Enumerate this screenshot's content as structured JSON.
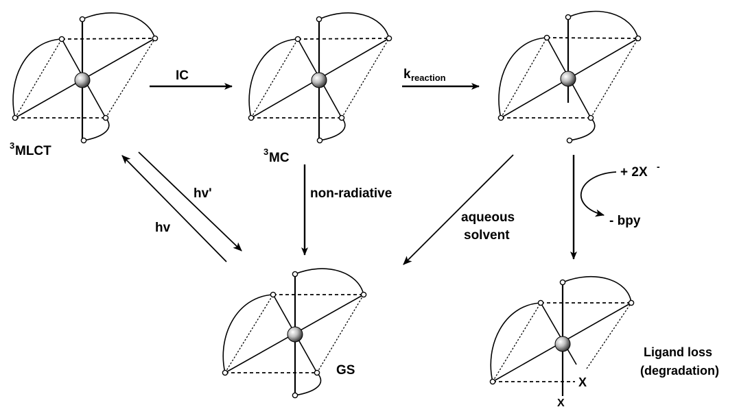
{
  "states": {
    "mlct": {
      "label": "MLCT",
      "sup": "3"
    },
    "mc": {
      "label": "MC",
      "sup": "3"
    },
    "gs": {
      "label": "GS"
    }
  },
  "arrows": {
    "ic": "IC",
    "k_main": "k",
    "k_sub": "reaction",
    "hv_prime": "hv'",
    "hv": "hv",
    "nonrad": "non-radiative",
    "aqueous_1": "aqueous",
    "aqueous_2": "solvent",
    "plus_x": "+ 2X",
    "plus_x_sup": "-",
    "minus_bpy": "- bpy"
  },
  "degraded": {
    "x_right": "X",
    "x_bottom": "X",
    "caption_1": "Ligand loss",
    "caption_2": "(degradation)"
  }
}
